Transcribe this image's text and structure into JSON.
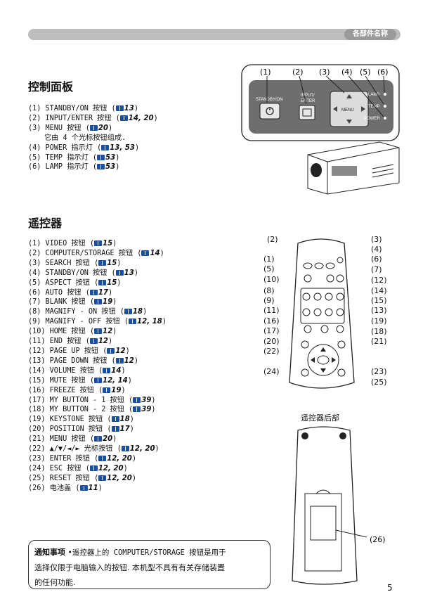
{
  "header": {
    "section": "各部件名称"
  },
  "control_panel": {
    "title": "控制面板",
    "items": [
      {
        "text": "(1) STANDBY/ON 按钮 (",
        "ref": "13",
        "end": ")"
      },
      {
        "text": "(2) INPUT/ENTER 按钮 (",
        "ref": "14, 20",
        "end": ")"
      },
      {
        "text": "(3) MENU 按钮 (",
        "ref": "20",
        "end": ")"
      },
      {
        "text": "它由 4 个光标按钮组成.",
        "ref": "",
        "end": ""
      },
      {
        "text": "(4) POWER 指示灯 (",
        "ref": "13, 53",
        "end": ")"
      },
      {
        "text": "(5) TEMP 指示灯 (",
        "ref": "53",
        "end": ")"
      },
      {
        "text": "(6) LAMP 指示灯 (",
        "ref": "53",
        "end": ")"
      }
    ],
    "figure": {
      "callouts": [
        "(1)",
        "(2)",
        "(3)",
        "(4)",
        "(5)",
        "(6)"
      ],
      "labels": {
        "standby": "STANDBY/ON",
        "input": "INPUT/",
        "enter": "ENTER",
        "menu": "MENU",
        "lamp": "LAMP",
        "temp": "TEMP",
        "power": "POWER"
      }
    }
  },
  "remote": {
    "title": "遥控器",
    "items": [
      {
        "text": "(1) VIDEO 按钮 (",
        "ref": "15",
        "end": ")"
      },
      {
        "text": "(2) COMPUTER/STORAGE 按钮 (",
        "ref": "14",
        "end": ")"
      },
      {
        "text": "(3) SEARCH 按钮 (",
        "ref": "15",
        "end": ")"
      },
      {
        "text": "(4) STANDBY/ON 按钮 (",
        "ref": "13",
        "end": ")"
      },
      {
        "text": "(5) ASPECT 按钮 (",
        "ref": "15",
        "end": ")"
      },
      {
        "text": "(6) AUTO 按钮 (",
        "ref": "17",
        "end": ")"
      },
      {
        "text": "(7) BLANK 按钮 (",
        "ref": "19",
        "end": ")"
      },
      {
        "text": "(8) MAGNIFY - ON 按钮 (",
        "ref": "18",
        "end": ")"
      },
      {
        "text": "(9) MAGNIFY - OFF 按钮 (",
        "ref": "12, 18",
        "end": ")"
      },
      {
        "text": "(10) HOME 按钮 (",
        "ref": "12",
        "end": ")"
      },
      {
        "text": "(11) END 按钮 (",
        "ref": "12",
        "end": ")"
      },
      {
        "text": "(12) PAGE UP 按钮 (",
        "ref": "12",
        "end": ")"
      },
      {
        "text": "(13) PAGE DOWN 按钮 (",
        "ref": "12",
        "end": ")"
      },
      {
        "text": "(14) VOLUME 按钮 (",
        "ref": "14",
        "end": ")"
      },
      {
        "text": "(15) MUTE 按钮 (",
        "ref": "12, 14",
        "end": ")"
      },
      {
        "text": "(16) FREEZE 按钮 (",
        "ref": "19",
        "end": ")"
      },
      {
        "text": "(17) MY BUTTON - 1 按钮 (",
        "ref": "39",
        "end": ")"
      },
      {
        "text": "(18) MY BUTTON - 2 按钮 (",
        "ref": "39",
        "end": ")"
      },
      {
        "text": "(19) KEYSTONE 按钮 (",
        "ref": "18",
        "end": ")"
      },
      {
        "text": "(20) POSITION 按钮 (",
        "ref": "17",
        "end": ")"
      },
      {
        "text": "(21) MENU 按钮 (",
        "ref": "20",
        "end": ")"
      },
      {
        "text": "(22) ▲/▼/◄/► 光标按钮 (",
        "ref": "12, 20",
        "end": ")"
      },
      {
        "text": "(23) ENTER 按钮 (",
        "ref": "12, 20",
        "end": ")"
      },
      {
        "text": "(24) ESC 按钮 (",
        "ref": "12, 20",
        "end": ")"
      },
      {
        "text": "(25) RESET 按钮 (",
        "ref": "12, 20",
        "end": ")"
      },
      {
        "text": "(26) 电池盖 (",
        "ref": "11",
        "end": ")"
      }
    ],
    "callouts_left": [
      "(2)",
      "(1)",
      "(5)",
      "(10)",
      "(8)",
      "(9)",
      "(11)",
      "(16)",
      "(17)",
      "(20)",
      "(22)",
      "(24)"
    ],
    "callouts_right": [
      "(3)",
      "(4)",
      "(6)",
      "(7)",
      "(12)",
      "(14)",
      "(15)",
      "(13)",
      "(19)",
      "(18)",
      "(21)",
      "(23)",
      "(25)"
    ],
    "back_caption": "遥控器后部",
    "back_callout": "(26)"
  },
  "notice": {
    "title": "通知事项",
    "line1": "•遥控器上的 COMPUTER/STORAGE 按钮是用于",
    "line2": "选择仅限于电脑输入的按钮. 本机型不具有有关存储装置",
    "line3": "的任何功能."
  },
  "page_number": "5"
}
